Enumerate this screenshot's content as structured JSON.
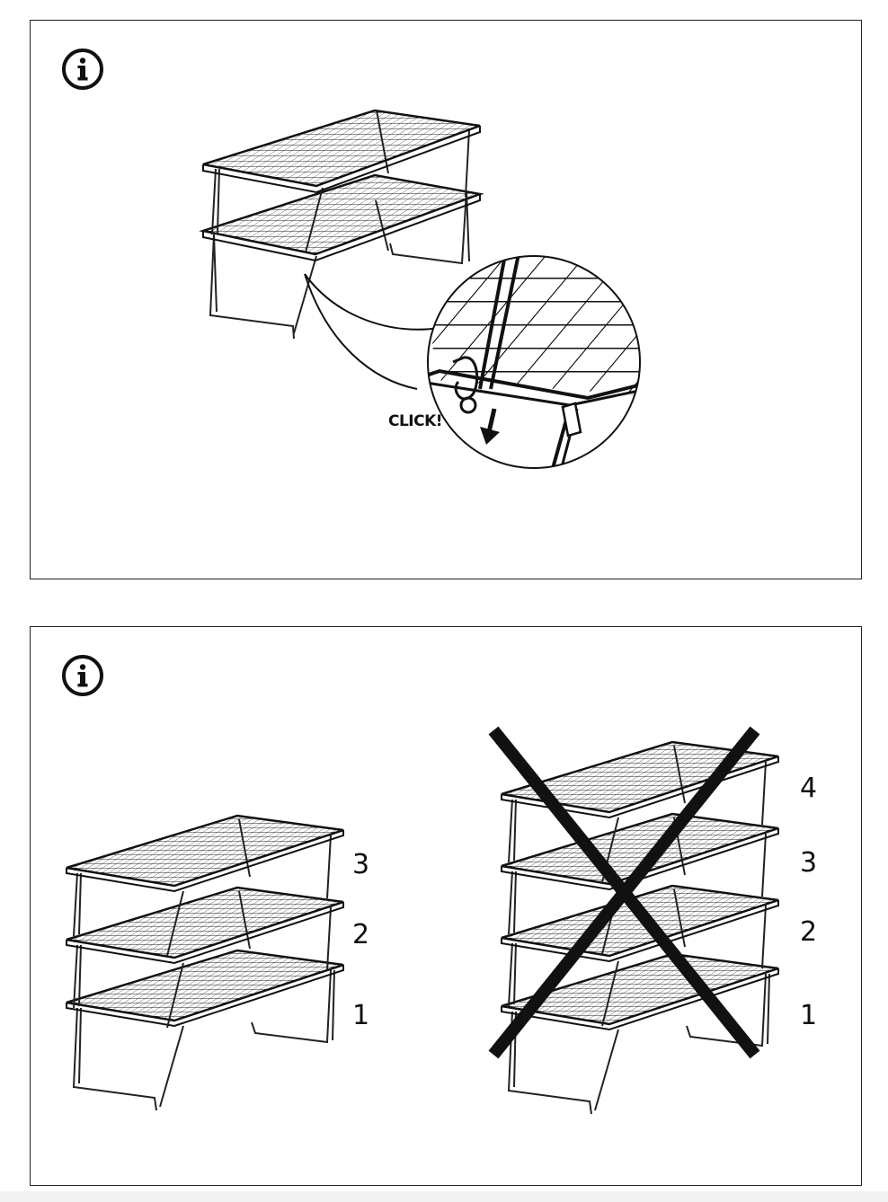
{
  "panel_1": {
    "callout_text": "CLICK!"
  },
  "panel_2": {
    "correct_stack_levels": [
      "3",
      "2",
      "1"
    ],
    "wrong_stack_levels": [
      "4",
      "3",
      "2",
      "1"
    ]
  },
  "icons": {
    "info": "info-circle-icon",
    "forbidden": "cross-out-x-icon",
    "direction": "down-arrow-icon"
  }
}
